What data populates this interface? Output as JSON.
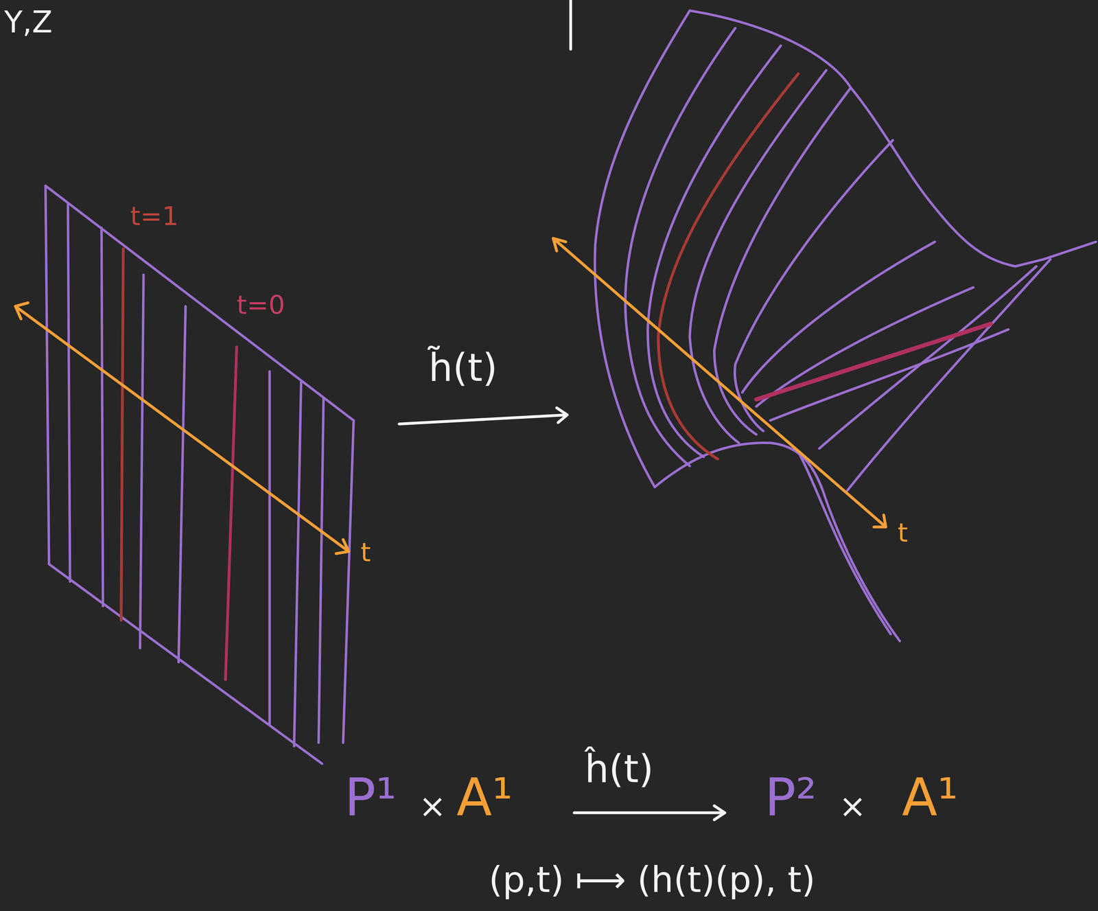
{
  "diagram": {
    "labels": [
      "Y,Z",
      "t=1",
      "t=0",
      "h̃(t)",
      "t",
      "t",
      "P¹",
      "×",
      "A¹",
      "ĥ(t)",
      "P²",
      "×",
      "A¹",
      "(p,t) ⟼ (h(t)(p), t)"
    ]
  }
}
